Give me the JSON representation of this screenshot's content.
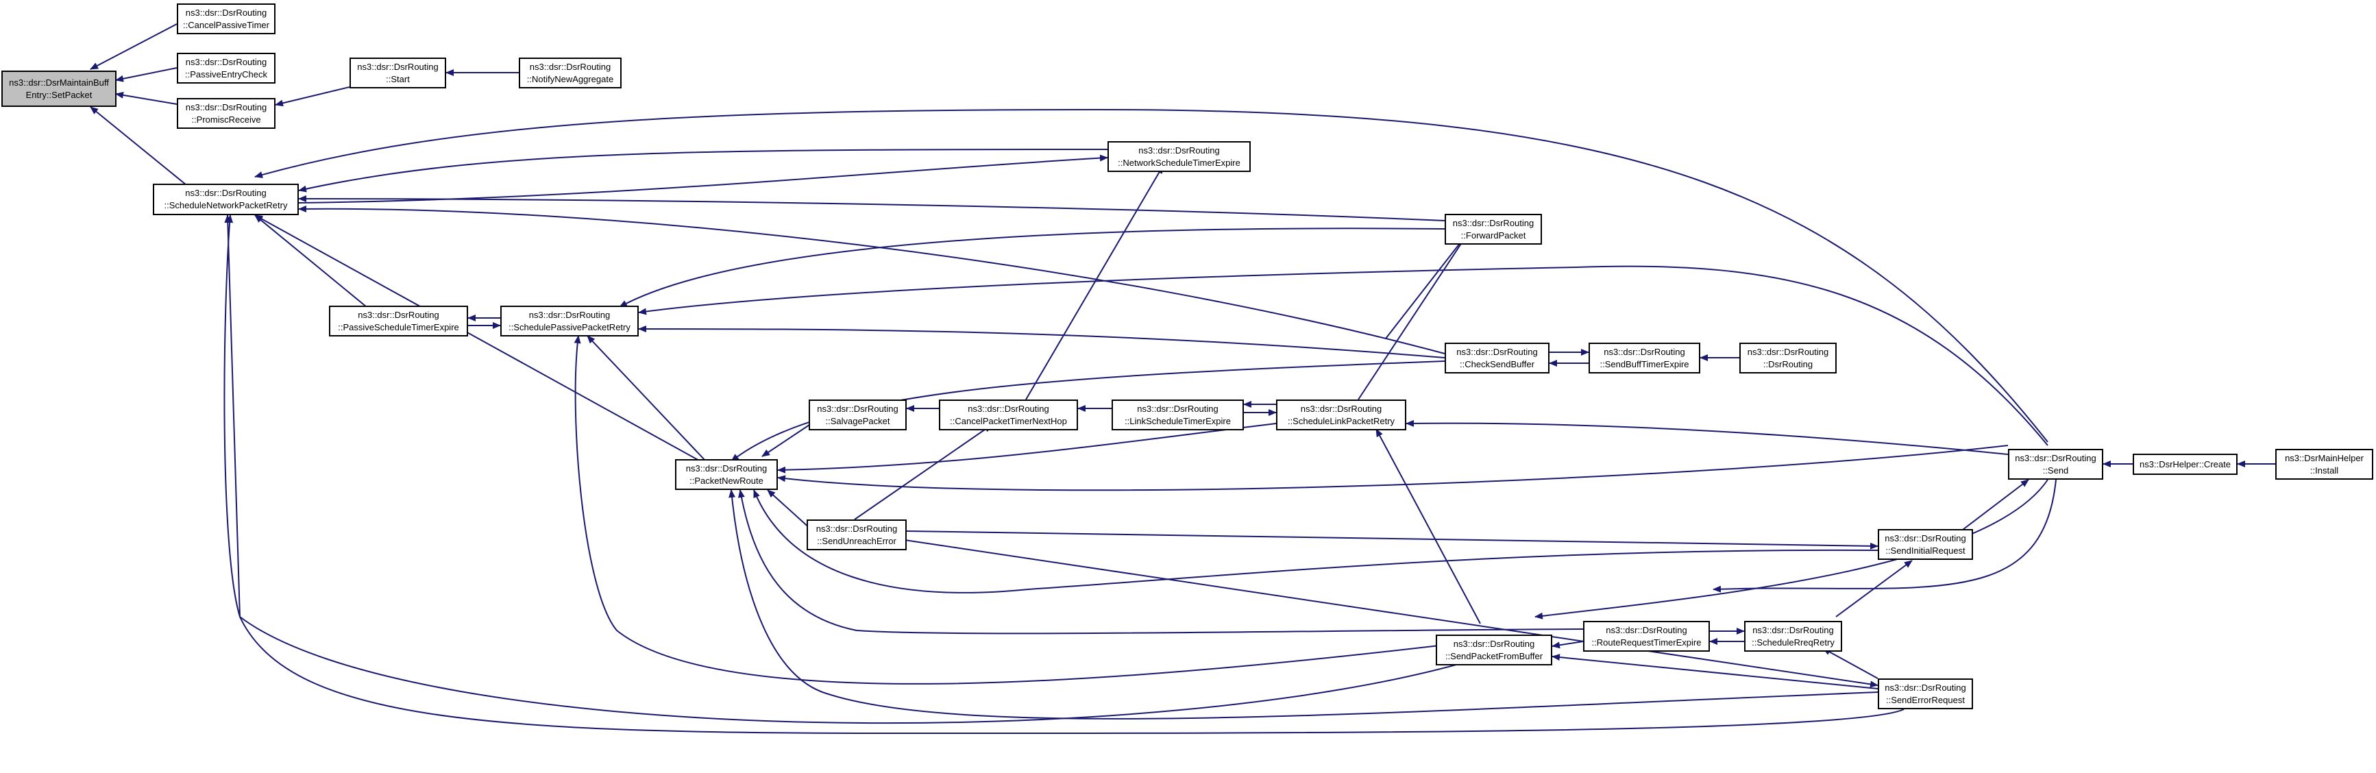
{
  "nodes": {
    "setpacket": {
      "line1": "ns3::dsr::DsrMaintainBuff",
      "line2": "Entry::SetPacket"
    },
    "cancelpassivetimer": {
      "line1": "ns3::dsr::DsrRouting",
      "line2": "::CancelPassiveTimer"
    },
    "passiveentrycheck": {
      "line1": "ns3::dsr::DsrRouting",
      "line2": "::PassiveEntryCheck"
    },
    "promiscreceive": {
      "line1": "ns3::dsr::DsrRouting",
      "line2": "::PromiscReceive"
    },
    "start": {
      "line1": "ns3::dsr::DsrRouting",
      "line2": "::Start"
    },
    "notifynewaggregate": {
      "line1": "ns3::dsr::DsrRouting",
      "line2": "::NotifyNewAggregate"
    },
    "schedulenetworkpacketretry": {
      "line1": "ns3::dsr::DsrRouting",
      "line2": "::ScheduleNetworkPacketRetry"
    },
    "networkscheduletimerexpire": {
      "line1": "ns3::dsr::DsrRouting",
      "line2": "::NetworkScheduleTimerExpire"
    },
    "forwardpacket": {
      "line1": "ns3::dsr::DsrRouting",
      "line2": "::ForwardPacket"
    },
    "passivescheduletimerexpire": {
      "line1": "ns3::dsr::DsrRouting",
      "line2": "::PassiveScheduleTimerExpire"
    },
    "schedulepassivepacketretry": {
      "line1": "ns3::dsr::DsrRouting",
      "line2": "::SchedulePassivePacketRetry"
    },
    "checksendbuffer": {
      "line1": "ns3::dsr::DsrRouting",
      "line2": "::CheckSendBuffer"
    },
    "sendbufftimerexpire": {
      "line1": "ns3::dsr::DsrRouting",
      "line2": "::SendBuffTimerExpire"
    },
    "dsrrouting": {
      "line1": "ns3::dsr::DsrRouting",
      "line2": "::DsrRouting"
    },
    "salvagepacket": {
      "line1": "ns3::dsr::DsrRouting",
      "line2": "::SalvagePacket"
    },
    "cancelpackettimernexthop": {
      "line1": "ns3::dsr::DsrRouting",
      "line2": "::CancelPacketTimerNextHop"
    },
    "linkscheduletimerexpire": {
      "line1": "ns3::dsr::DsrRouting",
      "line2": "::LinkScheduleTimerExpire"
    },
    "schedulelinkpacketretry": {
      "line1": "ns3::dsr::DsrRouting",
      "line2": "::ScheduleLinkPacketRetry"
    },
    "packetnewroute": {
      "line1": "ns3::dsr::DsrRouting",
      "line2": "::PacketNewRoute"
    },
    "send": {
      "line1": "ns3::dsr::DsrRouting",
      "line2": "::Send"
    },
    "helpercreate": {
      "line1": "ns3::DsrHelper::Create",
      "line2": ""
    },
    "mainhelperinstall": {
      "line1": "ns3::DsrMainHelper",
      "line2": "::Install"
    },
    "sendunreacherror": {
      "line1": "ns3::dsr::DsrRouting",
      "line2": "::SendUnreachError"
    },
    "sendinitialrequest": {
      "line1": "ns3::dsr::DsrRouting",
      "line2": "::SendInitialRequest"
    },
    "routerequesttimerexpire": {
      "line1": "ns3::dsr::DsrRouting",
      "line2": "::RouteRequestTimerExpire"
    },
    "schedulereqretry": {
      "line1": "ns3::dsr::DsrRouting",
      "line2": "::ScheduleRreqRetry"
    },
    "sendpacketfrombuffer": {
      "line1": "ns3::dsr::DsrRouting",
      "line2": "::SendPacketFromBuffer"
    },
    "senderrorrequest": {
      "line1": "ns3::dsr::DsrRouting",
      "line2": "::SendErrorRequest"
    }
  },
  "colors": {
    "edge": "#191970",
    "node_border": "#000000",
    "root_fill": "#bfbfbf",
    "node_fill": "#ffffff"
  }
}
